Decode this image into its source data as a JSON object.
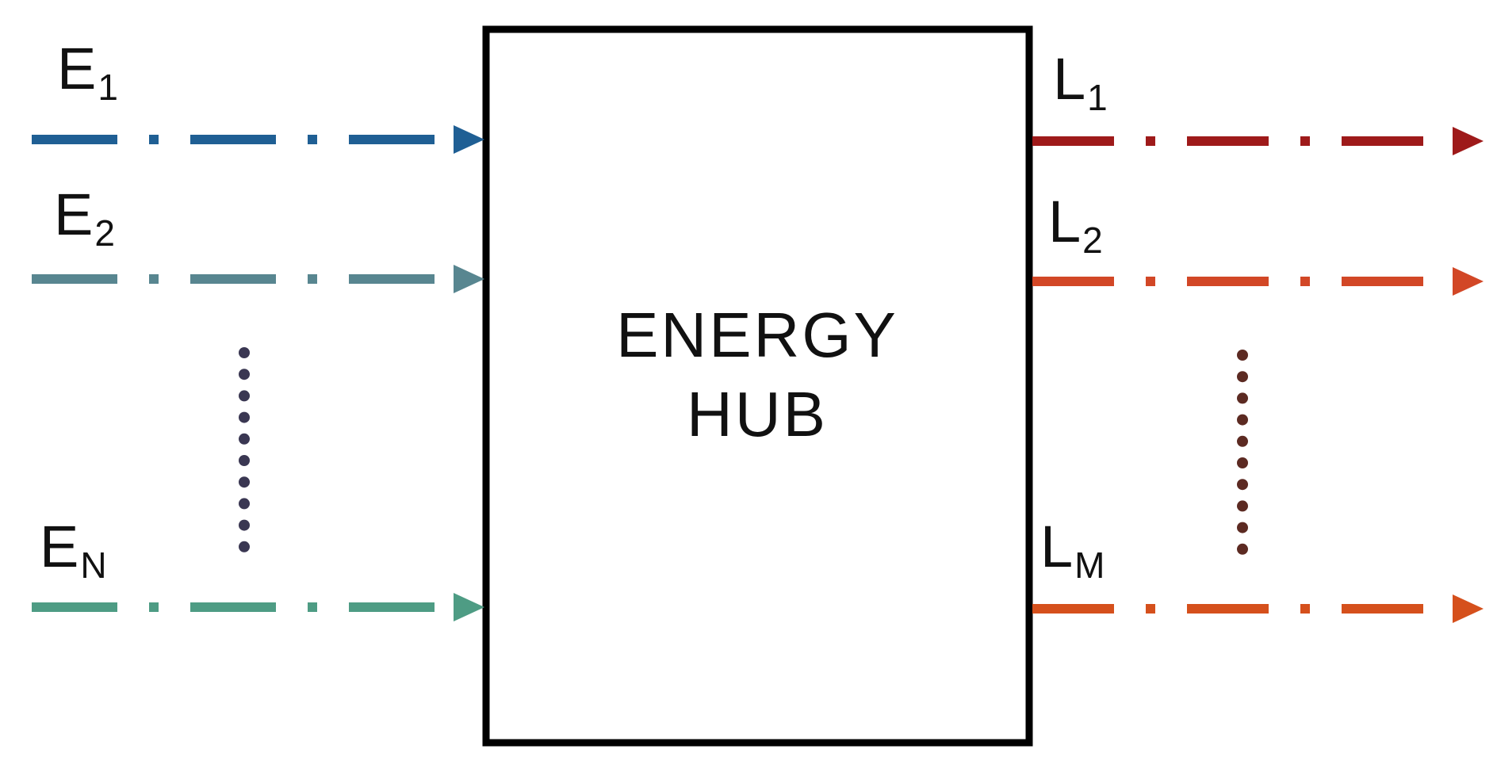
{
  "hub": {
    "title_line1": "ENERGY",
    "title_line2": "HUB"
  },
  "inputs": [
    {
      "main": "E",
      "sub": "1",
      "color": "#1f5f94"
    },
    {
      "main": "E",
      "sub": "2",
      "color": "#588690"
    },
    {
      "main": "E",
      "sub": "N",
      "color": "#4e9c84"
    }
  ],
  "outputs": [
    {
      "main": "L",
      "sub": "1",
      "color": "#9e1a1a"
    },
    {
      "main": "L",
      "sub": "2",
      "color": "#d24726"
    },
    {
      "main": "L",
      "sub": "M",
      "color": "#d5501c"
    }
  ],
  "ellipsis": {
    "input_color": "#3a3752",
    "output_color": "#5c2a22"
  }
}
